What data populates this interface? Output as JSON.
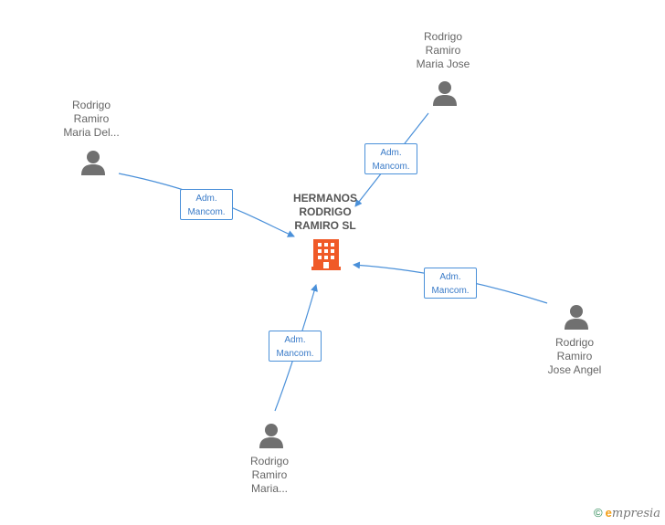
{
  "company": {
    "name_lines": [
      "HERMANOS",
      "RODRIGO",
      "RAMIRO SL"
    ],
    "icon": "building-icon",
    "color": "#f05a28"
  },
  "persons": [
    {
      "id": "p1",
      "name_lines": [
        "Rodrigo",
        "Ramiro",
        "Maria Jose"
      ],
      "icon": "person-icon"
    },
    {
      "id": "p2",
      "name_lines": [
        "Rodrigo",
        "Ramiro",
        "Maria Del..."
      ],
      "icon": "person-icon"
    },
    {
      "id": "p3",
      "name_lines": [
        "Rodrigo",
        "Ramiro",
        "Jose Angel"
      ],
      "icon": "person-icon"
    },
    {
      "id": "p4",
      "name_lines": [
        "Rodrigo",
        "Ramiro",
        "Maria..."
      ],
      "icon": "person-icon"
    }
  ],
  "edges": [
    {
      "from": "p1",
      "to": "company",
      "label_lines": [
        "Adm.",
        "Mancom."
      ]
    },
    {
      "from": "p2",
      "to": "company",
      "label_lines": [
        "Adm.",
        "Mancom."
      ]
    },
    {
      "from": "p3",
      "to": "company",
      "label_lines": [
        "Adm.",
        "Mancom."
      ]
    },
    {
      "from": "p4",
      "to": "company",
      "label_lines": [
        "Adm.",
        "Mancom."
      ]
    }
  ],
  "colors": {
    "edge": "#4a90d9",
    "person_icon": "#707070"
  },
  "watermark": {
    "copyright": "©",
    "brand_initial": "e",
    "brand_rest": "mpresia"
  }
}
